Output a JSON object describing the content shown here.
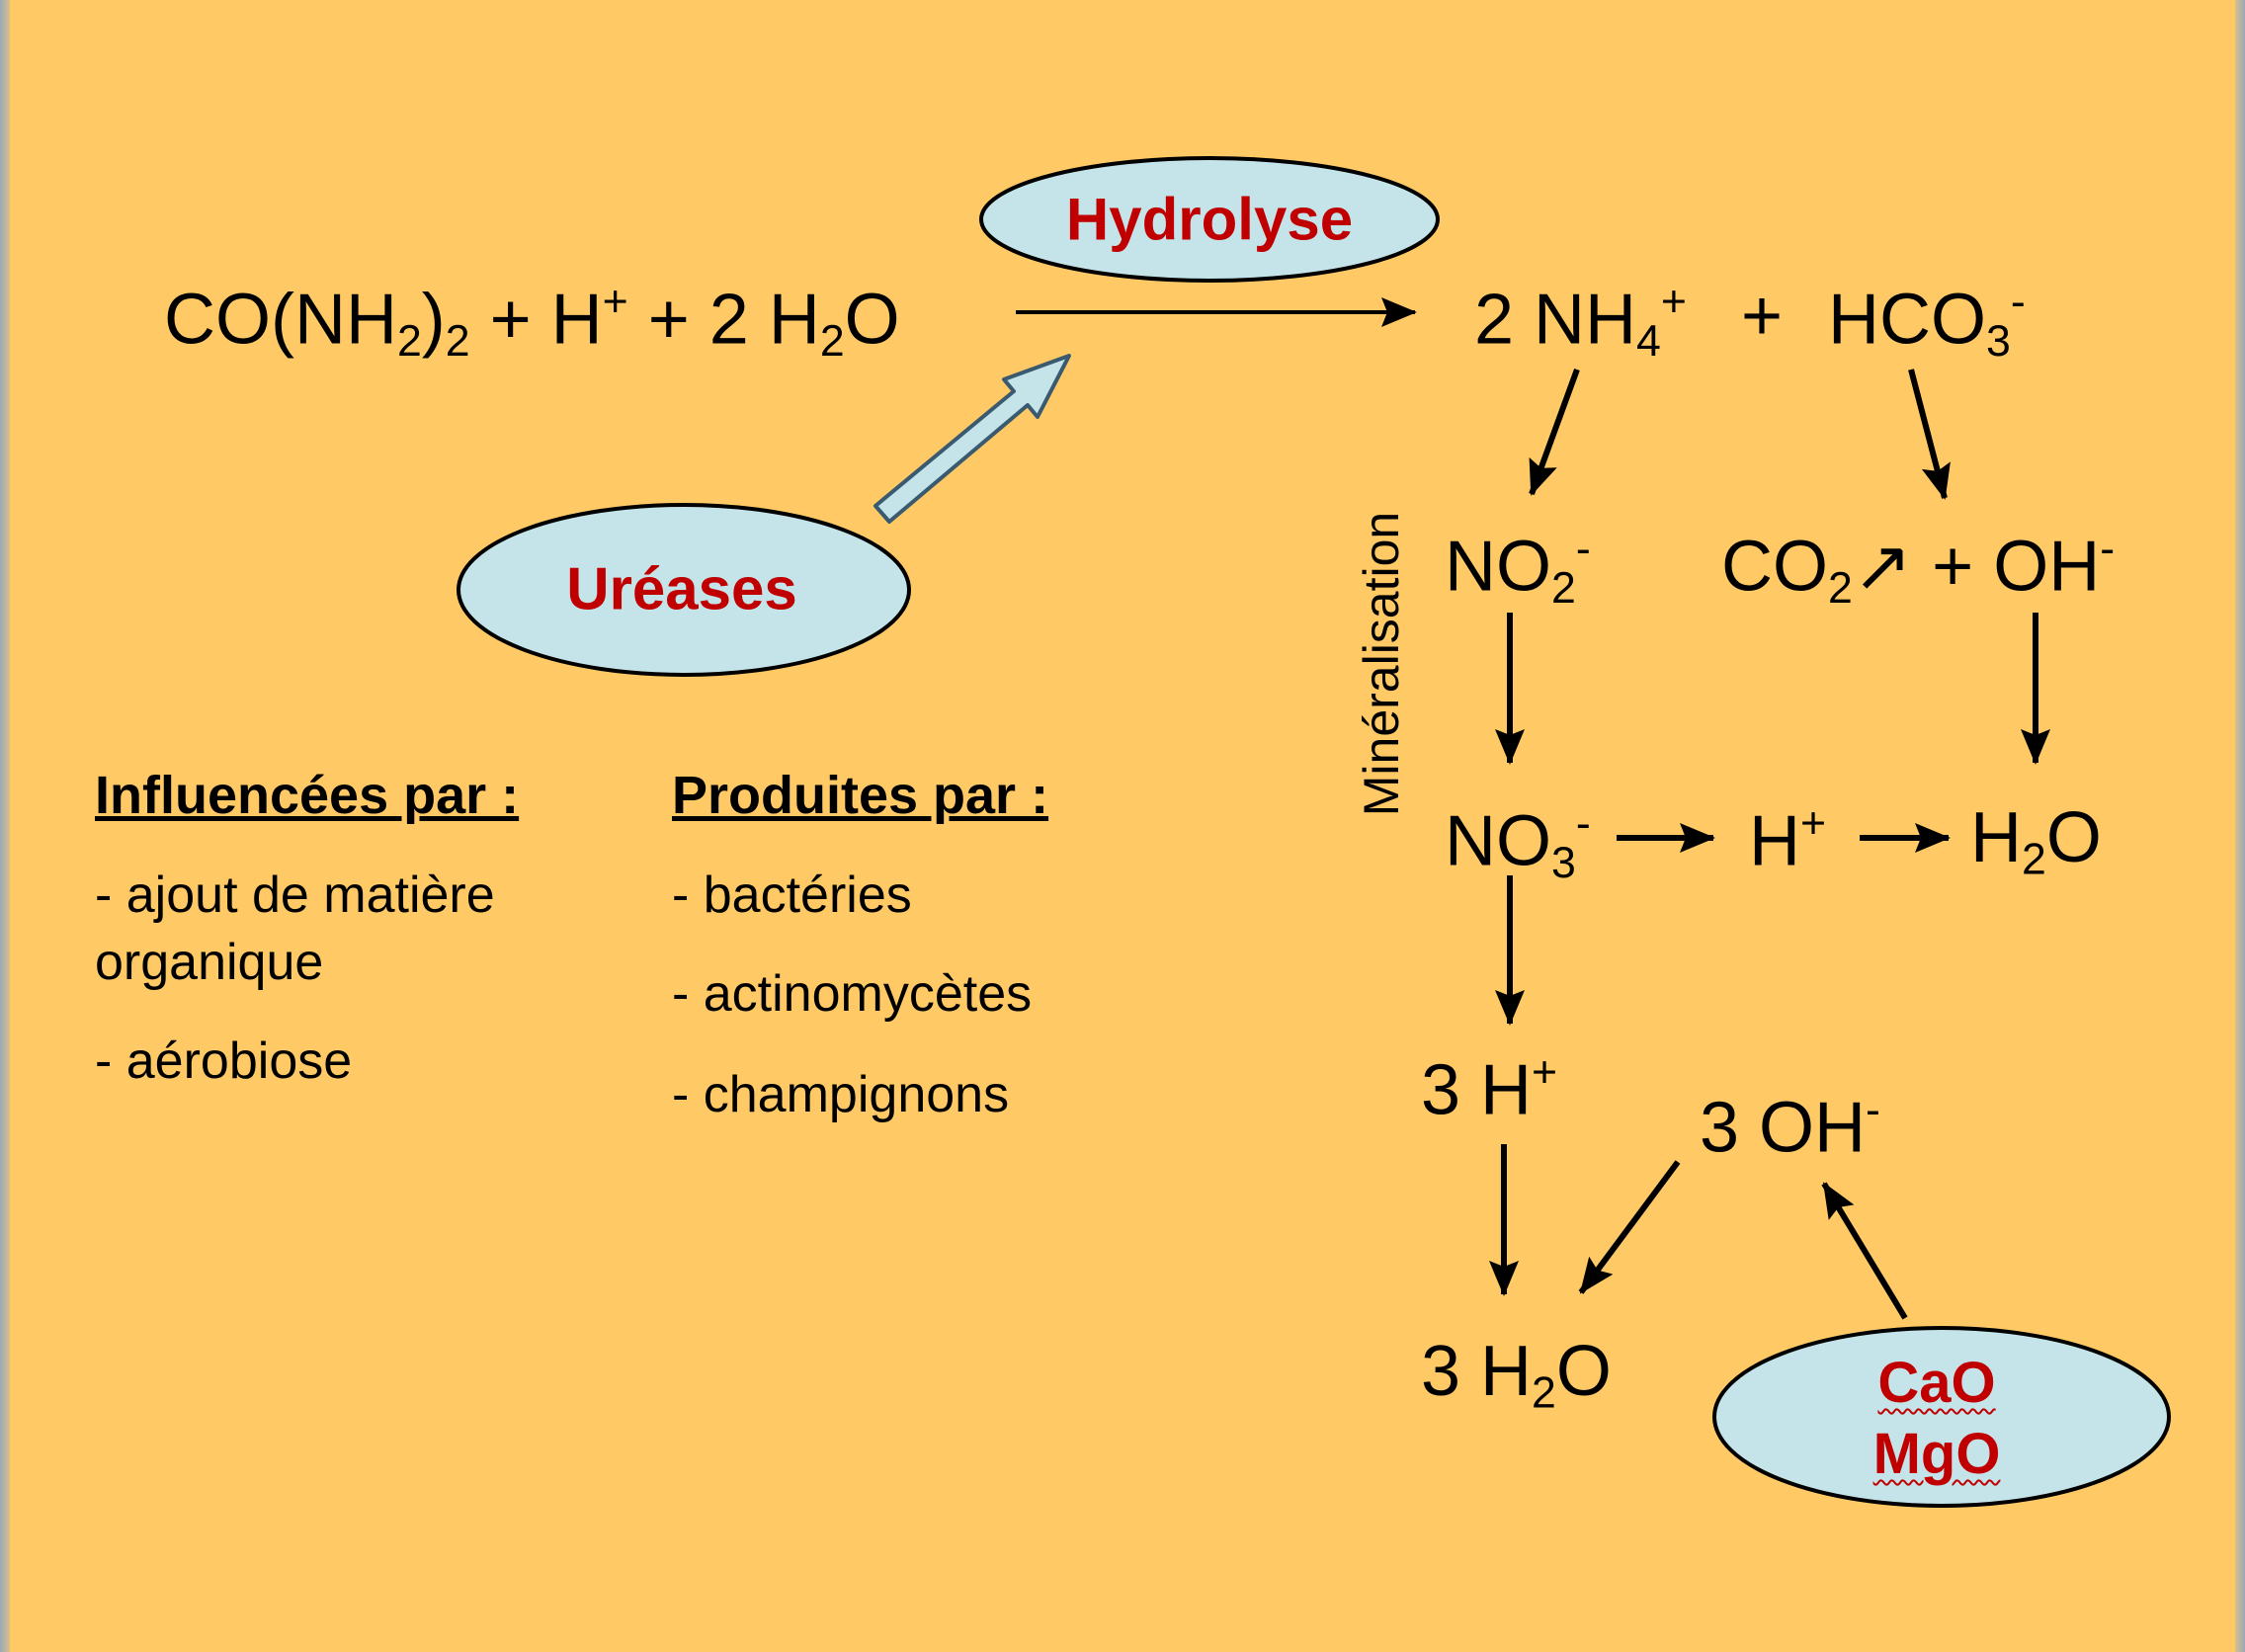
{
  "diagram": {
    "reaction": {
      "reactants": {
        "a": "CO(NH",
        "a_sub1": "2",
        "a_close": ")",
        "a_sub2": "2",
        "plus1": " + H",
        "hplus": "+",
        "plus2": " + 2 H",
        "h2o_sub": "2",
        "o": "O"
      },
      "products": {
        "nh4_pre": "2 NH",
        "nh4_sub": "4",
        "nh4_sup": "+",
        "plus": "+",
        "hco3": "HCO",
        "hco3_sub": "3",
        "hco3_sup": "-"
      }
    },
    "hydrolyse_label": "Hydrolyse",
    "ureases_label": "Uréases",
    "cao_label": "CaO",
    "mgo_label": "MgO",
    "mineralisation_label": "Minéralisation",
    "species": {
      "no2": {
        "base": "NO",
        "sub": "2",
        "sup": "-"
      },
      "co2": {
        "base": "CO",
        "sub": "2",
        "arrow": "↗",
        "rest": " + OH",
        "sup": "-"
      },
      "no3": {
        "base": "NO",
        "sub": "3",
        "sup": "-"
      },
      "hplus": {
        "base": "H",
        "sup": "+"
      },
      "h2o": {
        "base": "H",
        "sub": "2",
        "rest": "O"
      },
      "three_hplus": {
        "base": "3 H",
        "sup": "+"
      },
      "three_oh": {
        "base": "3 OH",
        "sup": "-"
      },
      "three_h2o": {
        "base": "3 H",
        "sub": "2",
        "rest": "O"
      }
    },
    "influencees": {
      "title": "Influencées par :",
      "items": [
        "- ajout de matière",
        "organique",
        "- aérobiose"
      ]
    },
    "produites": {
      "title": "Produites par :",
      "items": [
        "- bactéries",
        "- actinomycètes",
        "- champignons"
      ]
    },
    "colors": {
      "background": "#ffc966",
      "ellipse_fill": "#c5e4ea",
      "label_red": "#c00000",
      "big_arrow_fill": "#c5e4ea",
      "big_arrow_stroke": "#3a5a70"
    }
  }
}
